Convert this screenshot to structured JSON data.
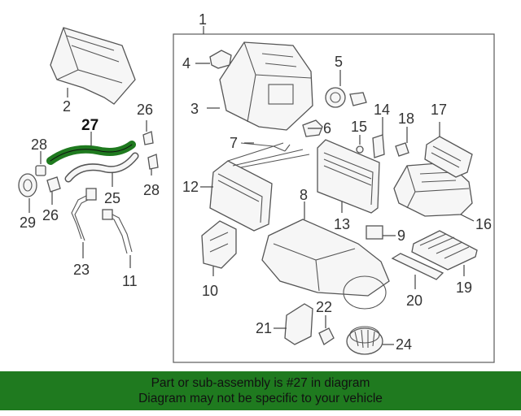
{
  "callouts": [
    {
      "id": "1",
      "text": "1"
    },
    {
      "id": "2",
      "text": "2"
    },
    {
      "id": "3",
      "text": "3"
    },
    {
      "id": "4",
      "text": "4"
    },
    {
      "id": "5",
      "text": "5"
    },
    {
      "id": "6",
      "text": "6"
    },
    {
      "id": "7",
      "text": "7"
    },
    {
      "id": "8",
      "text": "8"
    },
    {
      "id": "9",
      "text": "9"
    },
    {
      "id": "10",
      "text": "10"
    },
    {
      "id": "11",
      "text": "11"
    },
    {
      "id": "12",
      "text": "12"
    },
    {
      "id": "13",
      "text": "13"
    },
    {
      "id": "14",
      "text": "14"
    },
    {
      "id": "15",
      "text": "15"
    },
    {
      "id": "16",
      "text": "16"
    },
    {
      "id": "17",
      "text": "17"
    },
    {
      "id": "18",
      "text": "18"
    },
    {
      "id": "19",
      "text": "19"
    },
    {
      "id": "20",
      "text": "20"
    },
    {
      "id": "21",
      "text": "21"
    },
    {
      "id": "22",
      "text": "22"
    },
    {
      "id": "23",
      "text": "23"
    },
    {
      "id": "24",
      "text": "24"
    },
    {
      "id": "25",
      "text": "25"
    },
    {
      "id": "26a",
      "text": "26"
    },
    {
      "id": "26b",
      "text": "26"
    },
    {
      "id": "27",
      "text": "27"
    },
    {
      "id": "28a",
      "text": "28"
    },
    {
      "id": "28b",
      "text": "28"
    },
    {
      "id": "29",
      "text": "29"
    }
  ],
  "highlight": {
    "part": "27",
    "color": "#1f7a1f"
  },
  "banner": {
    "line1": "Part or sub-assembly is #27 in diagram",
    "line2": "Diagram may not be specific to your vehicle",
    "color": "#1f7a1f"
  }
}
